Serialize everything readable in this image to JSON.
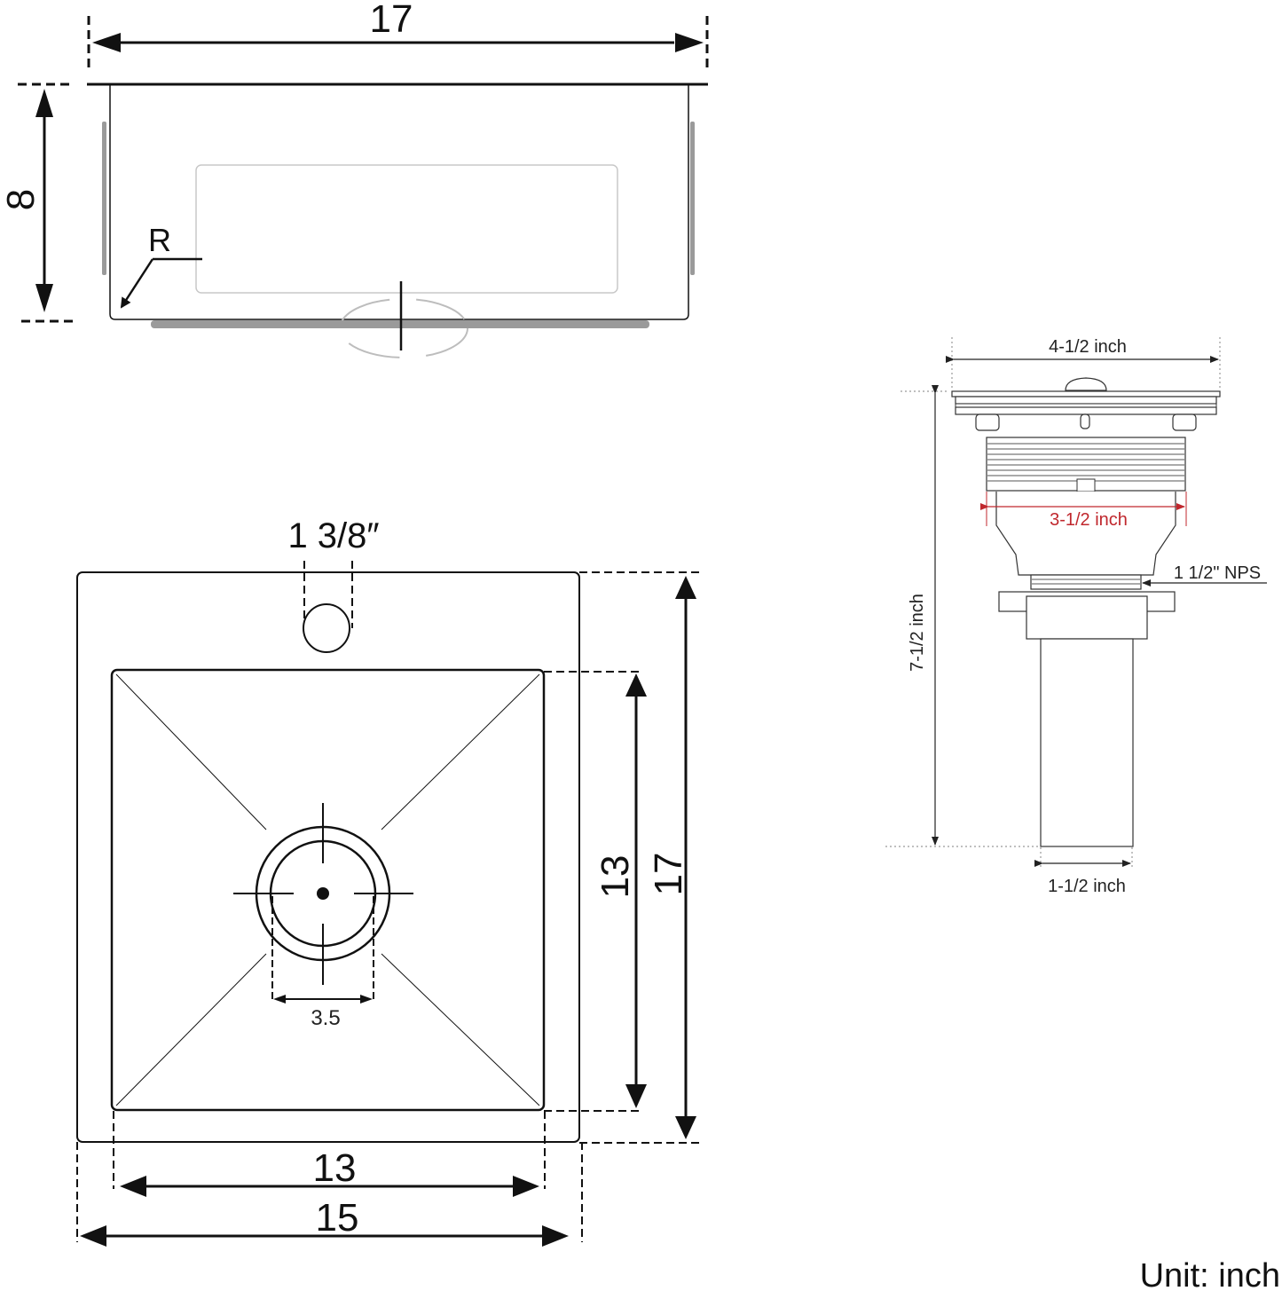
{
  "side_view": {
    "width_label": "17",
    "height_label": "8",
    "radius_label": "R"
  },
  "top_view": {
    "faucet_hole_label": "1 3/8″",
    "drain_diameter_label": "3.5",
    "bowl_width_label": "13",
    "overall_width_label": "15",
    "bowl_length_label": "13",
    "overall_length_label": "17"
  },
  "drain_assembly": {
    "flange_width_label": "4-1/2 inch",
    "body_width_label": "3-1/2 inch",
    "thread_label": "1 1/2\" NPS",
    "total_height_label": "7-1/2 inch",
    "tailpiece_width_label": "1-1/2 inch",
    "accent_color": "#c0272d"
  },
  "unit_label": "Unit: inch"
}
